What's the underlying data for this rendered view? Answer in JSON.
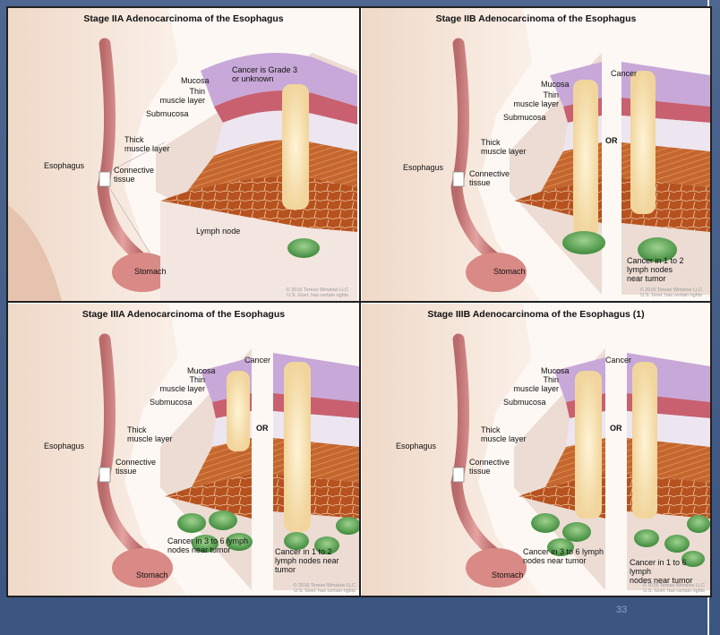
{
  "page_number": "33",
  "copyright": "© 2016 Terese Winslow LLC\nU.S. Govt. has certain rights",
  "labels": {
    "mucosa": "Mucosa",
    "thin_muscle": "Thin\nmuscle layer",
    "submucosa": "Submucosa",
    "thick_muscle": "Thick\nmuscle layer",
    "connective": "Connective\ntissue",
    "esophagus": "Esophagus",
    "stomach": "Stomach",
    "cancer": "Cancer",
    "or": "OR",
    "lymph_node": "Lymph node"
  },
  "panels": [
    {
      "title": "Stage IIA Adenocarcinoma of the Esophagus",
      "cancer_label": "Cancer is Grade 3\nor unknown"
    },
    {
      "title": "Stage IIB Adenocarcinoma of the Esophagus",
      "note_right": "Cancer in 1 to 2\nlymph nodes\nnear tumor"
    },
    {
      "title": "Stage IIIA Adenocarcinoma of the Esophagus",
      "note_left": "Cancer in 3 to 6 lymph\nnodes near tumor",
      "note_right": "Cancer in 1 to 2\nlymph nodes near\ntumor"
    },
    {
      "title": "Stage IIIB Adenocarcinoma of the Esophagus (1)",
      "note_left": "Cancer in 3 to 6 lymph\nnodes near tumor",
      "note_right": "Cancer in 1 to 6 lymph\nnodes near tumor"
    }
  ]
}
